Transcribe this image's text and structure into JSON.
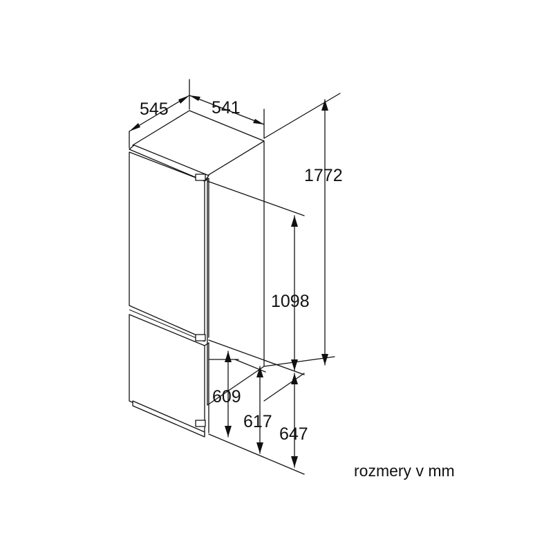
{
  "dimensions": {
    "depth": "545",
    "width": "541",
    "total_height": "1772",
    "upper_section_height": "1098",
    "lower_door_height": "609",
    "lower_section_height": "617",
    "lower_niche_height": "647"
  },
  "note": "rozmery v mm",
  "colors": {
    "line": "#111111",
    "background": "#ffffff"
  }
}
